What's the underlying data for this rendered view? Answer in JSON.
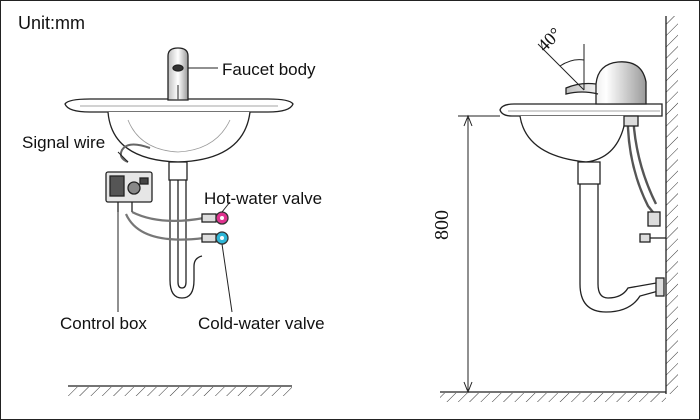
{
  "unit_label": "Unit:mm",
  "labels": {
    "faucet_body": "Faucet  body",
    "signal_wire": "Signal wire",
    "hot_water_valve": "Hot-water valve",
    "control_box": "Control box",
    "cold_water_valve": "Cold-water valve"
  },
  "dimensions": {
    "height": "800",
    "angle": "40°"
  },
  "colors": {
    "hot_valve": "#e0338f",
    "cold_valve": "#2eb6d6",
    "line": "#222222"
  }
}
